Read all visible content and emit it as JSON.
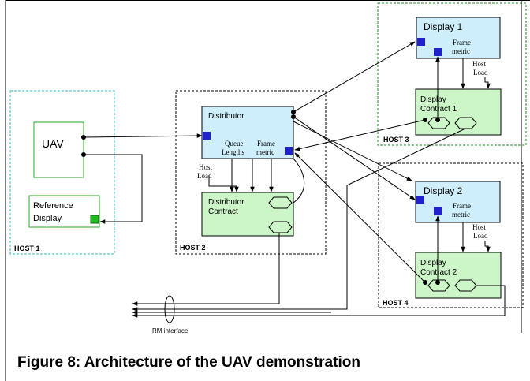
{
  "hosts": {
    "host1": "HOST 1",
    "host2": "HOST 2",
    "host3": "HOST 3",
    "host4": "HOST 4"
  },
  "components": {
    "uav": "UAV",
    "reference_display_line1": "Reference",
    "reference_display_line2": "Display",
    "distributor": "Distributor",
    "distributor_contract_line1": "Distributor",
    "distributor_contract_line2": "Contract",
    "display1": "Display 1",
    "display_contract1_line1": "Display",
    "display_contract1_line2": "Contract 1",
    "display2": "Display 2",
    "display_contract2_line1": "Display",
    "display_contract2_line2": "Contract 2"
  },
  "labels": {
    "queue": "Queue",
    "lengths": "Lengths",
    "frame": "Frame",
    "metric": "metric",
    "host": "Host",
    "load": "Load",
    "rm_interface": "RM interface"
  },
  "caption": "Figure 8: Architecture of the UAV demonstration",
  "colors": {
    "host_border_cyan": "#33bbbb",
    "host_border_green": "#228822",
    "box_blue_fill": "#cdeefa",
    "box_green_fill": "#ccf5c8",
    "white_box_border": "#22aa22",
    "port_blue": "#2222cc",
    "port_green": "#22bb22"
  }
}
